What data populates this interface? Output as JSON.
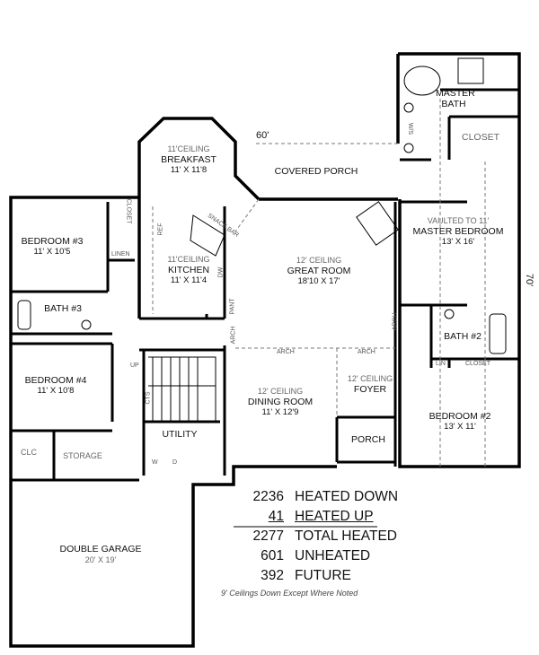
{
  "dimensions": {
    "width": "60'",
    "depth": "70'"
  },
  "rooms": [
    {
      "name": "BREAKFAST",
      "ceiling": "11'CEILING",
      "size": "11' X 11'8"
    },
    {
      "name": "COVERED PORCH"
    },
    {
      "name": "MASTER BATH"
    },
    {
      "name": "CLOSET"
    },
    {
      "name": "MASTER BEDROOM",
      "ceiling": "VAULTED TO 11'",
      "size": "13' X 16'"
    },
    {
      "name": "BEDROOM #3",
      "size": "11' X 10'5"
    },
    {
      "name": "KITCHEN",
      "ceiling": "11'CEILING",
      "size": "11' X 11'4"
    },
    {
      "name": "GREAT ROOM",
      "ceiling": "12' CEILING",
      "size": "18'10 X 17'"
    },
    {
      "name": "BATH #3"
    },
    {
      "name": "BATH #2"
    },
    {
      "name": "BEDROOM #4",
      "size": "11' X 10'8"
    },
    {
      "name": "DINING ROOM",
      "ceiling": "12' CEILING",
      "size": "11' X 12'9"
    },
    {
      "name": "FOYER",
      "ceiling": "12' CEILING"
    },
    {
      "name": "BEDROOM #2",
      "size": "13' X 11'"
    },
    {
      "name": "UTILITY"
    },
    {
      "name": "PORCH"
    },
    {
      "name": "STORAGE"
    },
    {
      "name": "CLC"
    },
    {
      "name": "DOUBLE GARAGE",
      "size": "20' X 19'"
    }
  ],
  "small_labels": {
    "closet3": "CLOSET",
    "linen": "LINEN",
    "snack_bar": "SNACK BAR",
    "up": "UP",
    "cts": "CTS",
    "arch": "ARCH",
    "lin": "LIN",
    "closet2": "CLOSET",
    "ref": "REF",
    "dw": "DW",
    "pant": "PANT",
    "ws": "W/S",
    "w": "W",
    "d": "D"
  },
  "summary": [
    {
      "value": "2236",
      "label": "HEATED DOWN"
    },
    {
      "value": "41",
      "label": "HEATED UP"
    },
    {
      "value": "2277",
      "label": "TOTAL HEATED"
    },
    {
      "value": "601",
      "label": "UNHEATED"
    },
    {
      "value": "392",
      "label": "FUTURE"
    }
  ],
  "note": "9' Ceilings Down Except Where Noted"
}
